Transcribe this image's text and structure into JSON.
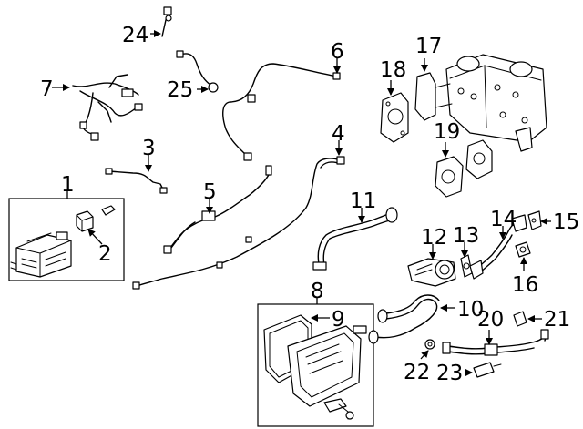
{
  "diagram": {
    "callouts": [
      {
        "id": "c1",
        "text": "1"
      },
      {
        "id": "c2",
        "text": "2"
      },
      {
        "id": "c3",
        "text": "3"
      },
      {
        "id": "c4",
        "text": "4"
      },
      {
        "id": "c5",
        "text": "5"
      },
      {
        "id": "c6",
        "text": "6"
      },
      {
        "id": "c7",
        "text": "7"
      },
      {
        "id": "c8",
        "text": "8"
      },
      {
        "id": "c9",
        "text": "9"
      },
      {
        "id": "c10",
        "text": "10"
      },
      {
        "id": "c11",
        "text": "11"
      },
      {
        "id": "c12",
        "text": "12"
      },
      {
        "id": "c13",
        "text": "13"
      },
      {
        "id": "c14",
        "text": "14"
      },
      {
        "id": "c15",
        "text": "15"
      },
      {
        "id": "c16",
        "text": "16"
      },
      {
        "id": "c17",
        "text": "17"
      },
      {
        "id": "c18",
        "text": "18"
      },
      {
        "id": "c19",
        "text": "19"
      },
      {
        "id": "c20",
        "text": "20"
      },
      {
        "id": "c21",
        "text": "21"
      },
      {
        "id": "c22",
        "text": "22"
      },
      {
        "id": "c23",
        "text": "23"
      },
      {
        "id": "c24",
        "text": "24"
      },
      {
        "id": "c25",
        "text": "25"
      }
    ],
    "colors": {
      "ink": "#000000",
      "background": "#ffffff"
    }
  }
}
